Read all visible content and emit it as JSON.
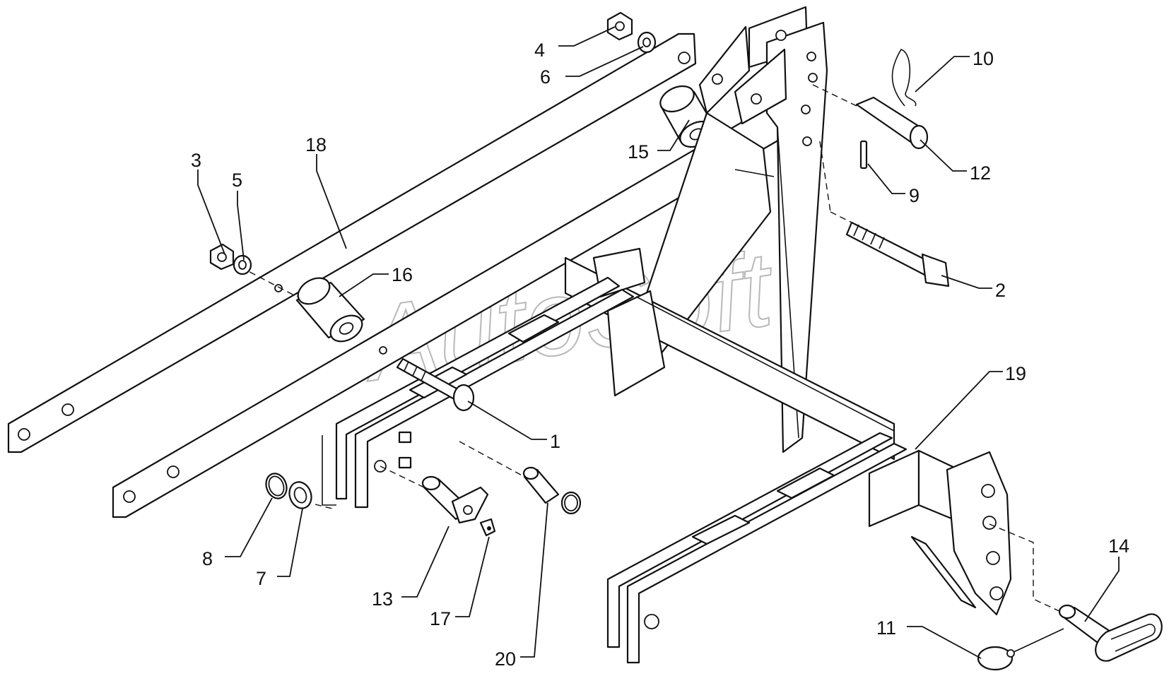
{
  "diagram": {
    "watermark": "AutoSoft",
    "callouts": [
      {
        "id": "c1",
        "label": "1"
      },
      {
        "id": "c2",
        "label": "2"
      },
      {
        "id": "c3",
        "label": "3"
      },
      {
        "id": "c4",
        "label": "4"
      },
      {
        "id": "c5",
        "label": "5"
      },
      {
        "id": "c6",
        "label": "6"
      },
      {
        "id": "c7",
        "label": "7"
      },
      {
        "id": "c8",
        "label": "8"
      },
      {
        "id": "c9",
        "label": "9"
      },
      {
        "id": "c10",
        "label": "10"
      },
      {
        "id": "c11",
        "label": "11"
      },
      {
        "id": "c12",
        "label": "12"
      },
      {
        "id": "c13",
        "label": "13"
      },
      {
        "id": "c14",
        "label": "14"
      },
      {
        "id": "c15",
        "label": "15"
      },
      {
        "id": "c16",
        "label": "16"
      },
      {
        "id": "c17",
        "label": "17"
      },
      {
        "id": "c18",
        "label": "18"
      },
      {
        "id": "c19",
        "label": "19"
      },
      {
        "id": "c20",
        "label": "20"
      }
    ],
    "colors": {
      "line": "#111111",
      "background": "#ffffff",
      "watermark": "#b8b8b8"
    }
  }
}
